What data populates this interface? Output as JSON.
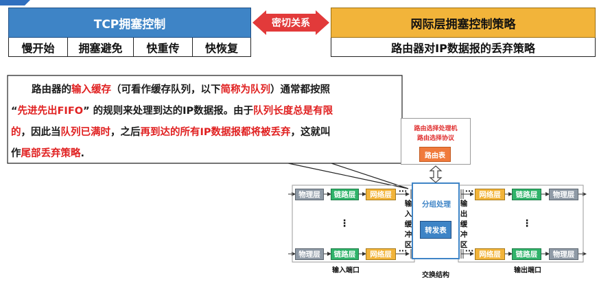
{
  "top": {
    "tcp_title": "TCP拥塞控制",
    "tcp_items": [
      "慢开始",
      "拥塞避免",
      "快重传",
      "快恢复"
    ],
    "relation": "密切关系",
    "ip_title": "网际层拥塞控制策略",
    "ip_item": "路由器对IP数据报的丢弃策略"
  },
  "callout": {
    "lines": [
      [
        {
          "t": "路由器的",
          "h": false
        },
        {
          "t": "输入缓存",
          "h": true
        },
        {
          "t": "（可看作缓存队列，以下",
          "h": false
        },
        {
          "t": "简称为队列",
          "h": true
        },
        {
          "t": "）通常都按照",
          "h": false
        }
      ],
      [
        {
          "t": "“",
          "h": false
        },
        {
          "t": "先进先出FIFO",
          "h": true
        },
        {
          "t": "” 的规则来处理到达的IP数据报。由于",
          "h": false
        },
        {
          "t": "队列长度总是有限",
          "h": true
        }
      ],
      [
        {
          "t": "的",
          "h": true
        },
        {
          "t": "，因此当",
          "h": false
        },
        {
          "t": "队列已满时",
          "h": true
        },
        {
          "t": "，之后",
          "h": false
        },
        {
          "t": "再到达的所有IP数据报都将被丢弃",
          "h": true
        },
        {
          "t": "，这就叫",
          "h": false
        }
      ],
      [
        {
          "t": "作",
          "h": false
        },
        {
          "t": "尾部丢弃策略",
          "h": true
        },
        {
          "t": ".",
          "h": false
        }
      ]
    ]
  },
  "router": {
    "routing_proc": "路由选择处理机",
    "routing_proto": "路由选择协议",
    "routing_table": "路由表",
    "grouping": "分组处理",
    "forwarding_table": "转发表",
    "input_buffer": "输入缓冲区",
    "output_buffer": "输出缓冲区",
    "switch_fabric": "交换结构",
    "input_port": "输入端口",
    "output_port": "输出端口",
    "ellipsis_h": "···",
    "ellipsis_v": "⋮",
    "layers": {
      "physical": "物理层",
      "link": "链路层",
      "network": "网络层"
    }
  },
  "colors": {
    "tcp_blue": "#3e84c6",
    "ip_orange": "#f2b43a",
    "relation_red": "#e23a3a",
    "highlight_red": "#e02020",
    "physical_gray": "#8f9aa6",
    "link_green": "#2fb36a",
    "network_yellow": "#f2b43a",
    "routing_table_orange": "#f07a3c"
  }
}
